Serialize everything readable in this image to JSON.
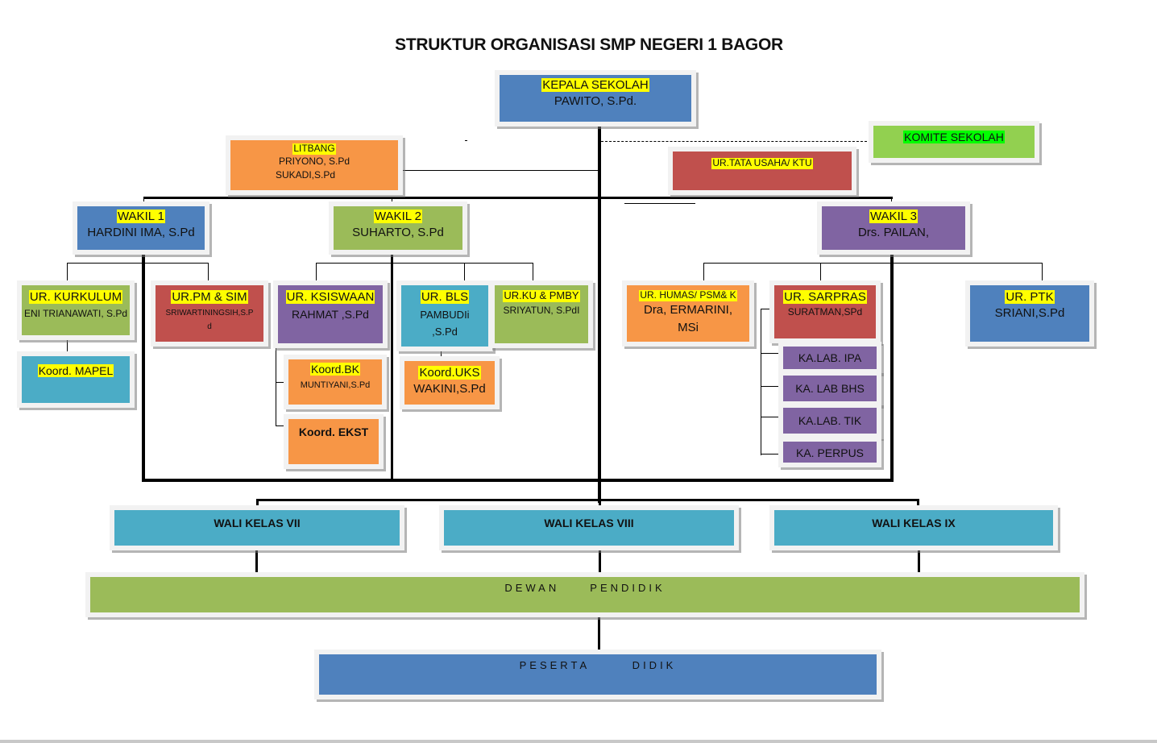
{
  "title": "STRUKTUR ORGANISASI SMP NEGERI 1 BAGOR",
  "colors": {
    "blue": "#4f81bd",
    "green": "#9bbb59",
    "lime": "#92d050",
    "orange": "#f79646",
    "red": "#c0504d",
    "purple": "#8064a2",
    "teal": "#4bacc6",
    "highlight": "#ffff00",
    "highlight_green": "#00ff00"
  },
  "nodes": {
    "kepala": {
      "role": "KEPALA SEKOLAH",
      "name": "PAWITO, S.Pd."
    },
    "komite": {
      "role": "KOMITE SEKOLAH"
    },
    "litbang": {
      "role": "LITBANG",
      "names": [
        "PRIYONO, S.Pd",
        "SUKADI,S.Pd"
      ]
    },
    "tata_usaha": {
      "role": "UR.TATA  USAHA/ KTU"
    },
    "wakil1": {
      "role": "WAKIL  1",
      "name": "HARDINI IMA, S.Pd"
    },
    "wakil2": {
      "role": "WAKIL  2",
      "name": "SUHARTO, S.Pd"
    },
    "wakil3": {
      "role": "WAKIL  3",
      "name": "Drs. PAILAN,"
    },
    "kurikulum": {
      "role": "UR. KURKULUM",
      "name": "ENI TRIANAWATI, S.Pd"
    },
    "pm_sim": {
      "role": "UR.PM & SIM",
      "name": "SRIWARTININGSIH,S.Pd"
    },
    "mapel": {
      "role": "Koord. MAPEL"
    },
    "kesiswaan": {
      "role": "UR. KSISWAAN",
      "name": "RAHMAT ,S.Pd"
    },
    "bk": {
      "role": "Koord.BK",
      "name": "MUNTIYANI,S.Pd"
    },
    "ekst": {
      "role": "Koord. EKST"
    },
    "bls": {
      "role": "UR. BLS",
      "names": [
        "PAMBUDIi",
        ",S.Pd"
      ]
    },
    "uks": {
      "role": "Koord.UKS",
      "name": "WAKINI,S.Pd"
    },
    "ku_pmby": {
      "role": "UR.KU & PMBY",
      "name": "SRIYATUN, S.PdI"
    },
    "humas": {
      "role": "UR. HUMAS/  PSM& K",
      "names": [
        "Dra, ERMARINI,",
        "MSi"
      ]
    },
    "sarpras": {
      "role": "UR. SARPRAS",
      "name": "SURATMAN,SPd"
    },
    "lab_ipa": {
      "role": "KA.LAB. IPA"
    },
    "lab_bhs": {
      "role": "KA. LAB BHS"
    },
    "lab_tik": {
      "role": "KA.LAB. TIK"
    },
    "perpus": {
      "role": "KA. PERPUS"
    },
    "ptk": {
      "role": "UR. PTK",
      "name": "SRIANI,S.Pd"
    },
    "wali7": {
      "role": "WALI KELAS VII"
    },
    "wali8": {
      "role": "WALI KELAS VIII"
    },
    "wali9": {
      "role": "WALI KELAS IX"
    },
    "dewan": {
      "role": "DEWAN     PENDIDIK"
    },
    "peserta": {
      "role": "PESERTA       DIDIK"
    }
  }
}
